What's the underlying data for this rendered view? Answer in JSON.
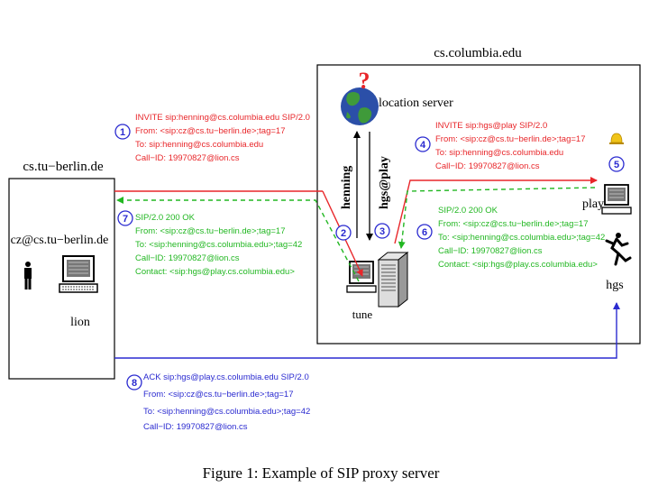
{
  "domains": {
    "columbia": "cs.columbia.edu",
    "berlin": "cs.tu−berlin.de"
  },
  "hosts": {
    "user_left": "cz@cs.tu−berlin.de",
    "lion": "lion",
    "tune": "tune",
    "play": "play",
    "hgs": "hgs",
    "location_server": "location server",
    "location_server_mark": "?"
  },
  "vertical_labels": {
    "henning": "henning",
    "hgs_at_play": "hgs@play"
  },
  "steps": [
    "1",
    "2",
    "3",
    "4",
    "5",
    "6",
    "7",
    "8"
  ],
  "messages": {
    "m1": [
      "INVITE sip:henning@cs.columbia.edu SIP/2.0",
      "From: <sip:cz@cs.tu−berlin.de>;tag=17",
      "To: sip:henning@cs.columbia.edu",
      "Call−ID: 19970827@lion.cs"
    ],
    "m4": [
      "INVITE sip:hgs@play SIP/2.0",
      "From: <sip:cz@cs.tu−berlin.de>;tag=17",
      "To: sip:henning@cs.columbia.edu",
      "Call−ID: 19970827@lion.cs"
    ],
    "m6": [
      "SIP/2.0 200 OK",
      "From: <sip:cz@cs.tu−berlin.de>;tag=17",
      "To: <sip:henning@cs.columbia.edu>;tag=42",
      "Call−ID: 19970827@lion.cs",
      "Contact: <sip:hgs@play.cs.columbia.edu>"
    ],
    "m7": [
      "SIP/2.0 200 OK",
      "From: <sip:cz@cs.tu−berlin.de>;tag=17",
      "To: <sip:henning@cs.columbia.edu>;tag=42",
      "Call−ID: 19970827@lion.cs",
      "Contact: <sip:hgs@play.cs.columbia.edu>"
    ],
    "m8": [
      "ACK sip:hgs@play.cs.columbia.edu SIP/2.0",
      "From: <sip:cz@cs.tu−berlin.de>;tag=17",
      "To: <sip:henning@cs.columbia.edu>;tag=42",
      "Call−ID: 19970827@lion.cs"
    ]
  },
  "caption": "Figure 1: Example of SIP proxy server",
  "colors": {
    "request": "#e8262a",
    "response": "#22b722",
    "ack": "#2a2ad0",
    "globe": "#2b4fa8",
    "land": "#3f9a3a",
    "bell": "#f0c419"
  },
  "icons": [
    "person-icon",
    "terminal-icon",
    "globe-icon",
    "server-tower-icon",
    "runner-icon",
    "bell-icon"
  ]
}
